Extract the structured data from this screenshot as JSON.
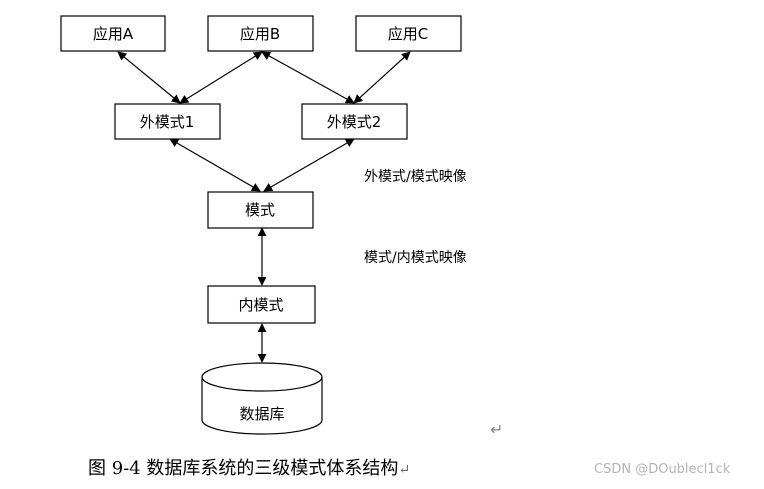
{
  "diagram": {
    "nodes": {
      "app_a": "应用A",
      "app_b": "应用B",
      "app_c": "应用C",
      "ext_schema_1": "外模式1",
      "ext_schema_2": "外模式2",
      "schema": "模式",
      "internal_schema": "内模式",
      "database": "数据库"
    },
    "mappings": {
      "external_to_schema": "外模式/模式映像",
      "schema_to_internal": "模式/内模式映像"
    }
  },
  "caption": {
    "text": "图 9-4  数据库系统的三级模式体系结构",
    "return_mark": "↵"
  },
  "paragraph_mark": "↵",
  "watermark": "CSDN @DOublecl1ck"
}
